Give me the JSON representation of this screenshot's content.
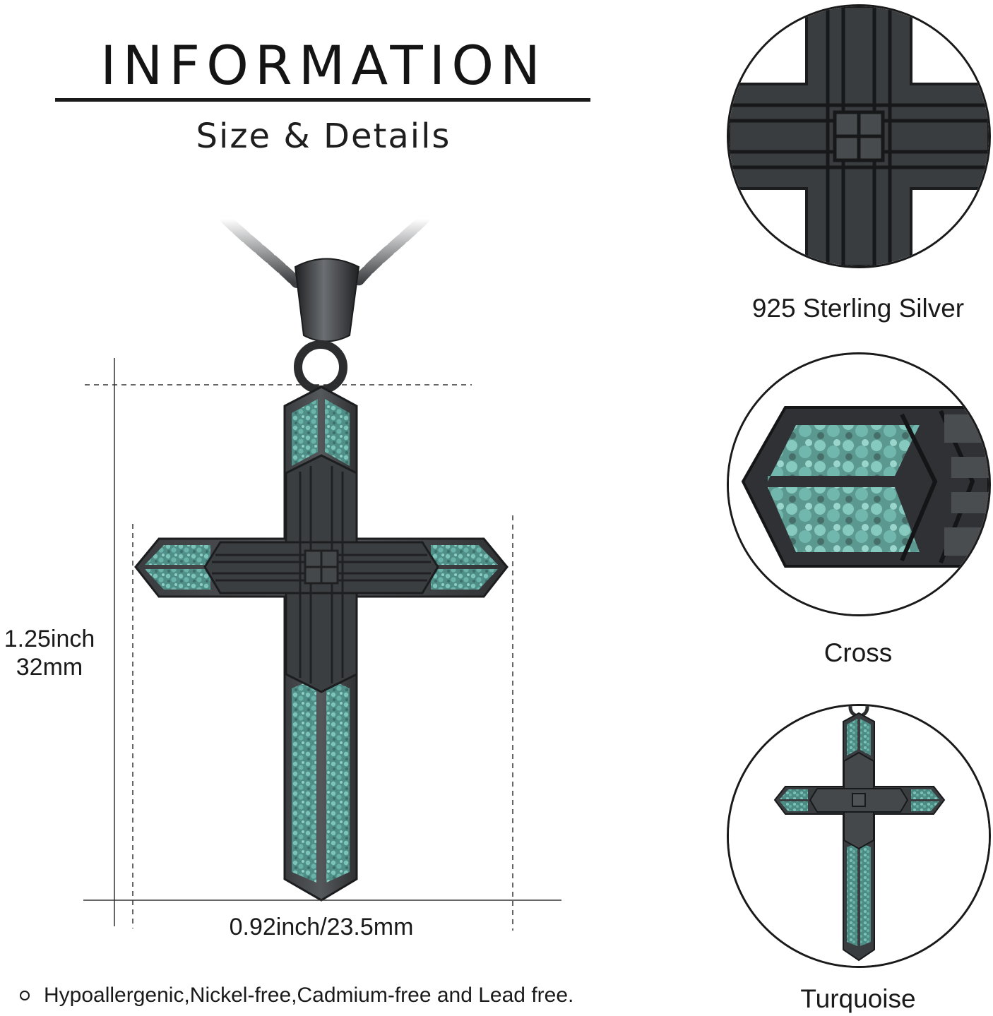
{
  "header": {
    "title": "INFORMATION",
    "subtitle": "Size & Details"
  },
  "dimensions": {
    "height_inch": "1.25inch",
    "height_mm": "32mm",
    "width": "0.92inch/23.5mm"
  },
  "features": {
    "note": "Hypoallergenic,Nickel-free,Cadmium-free and Lead free."
  },
  "details": [
    {
      "caption": "925 Sterling Silver"
    },
    {
      "caption": "Cross"
    },
    {
      "caption": "Turquoise"
    }
  ],
  "colors": {
    "metal_dark": "#2e3032",
    "metal_mid": "#4a4d50",
    "turquoise": "#5fa8a0",
    "dimension_line": "#333333"
  }
}
